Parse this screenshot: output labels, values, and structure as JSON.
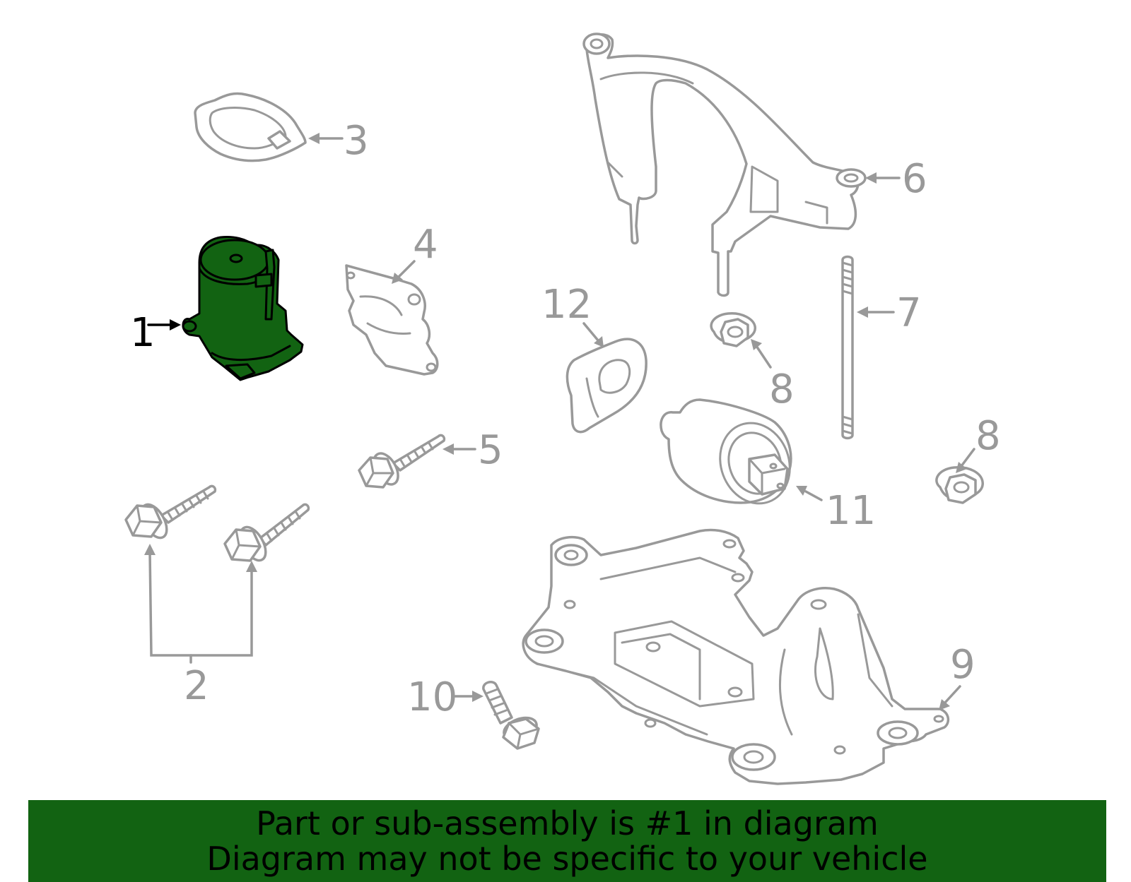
{
  "callouts": {
    "c1": "1",
    "c2": "2",
    "c3": "3",
    "c4": "4",
    "c5": "5",
    "c6": "6",
    "c7": "7",
    "c8a": "8",
    "c8b": "8",
    "c9": "9",
    "c10": "10",
    "c11": "11",
    "c12": "12"
  },
  "highlighted_part": "1",
  "colors": {
    "highlight": "#126312",
    "parts": "#999999",
    "banner": "#126312"
  },
  "banner": {
    "line1": "Part or sub-assembly is #1 in diagram",
    "line2": "Diagram may not be specific to your vehicle"
  }
}
